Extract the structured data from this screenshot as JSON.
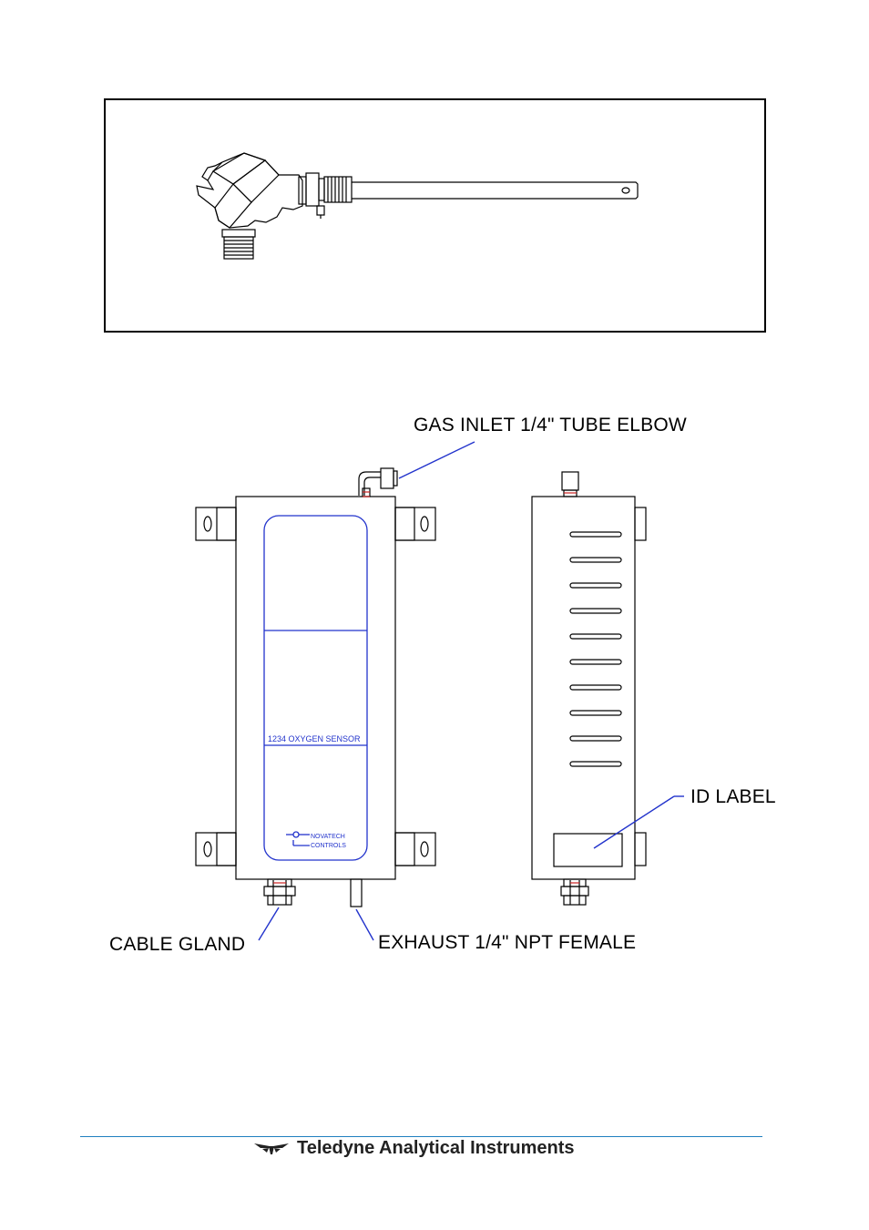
{
  "labels": {
    "gas_inlet": "GAS INLET 1/4\" TUBE ELBOW",
    "id_label": "ID LABEL",
    "cable_gland": "CABLE GLAND",
    "exhaust": "EXHAUST 1/4\" NPT FEMALE"
  },
  "sensor_front": {
    "model_text": "1234 OXYGEN SENSOR",
    "brand_line1": "NOVATECH",
    "brand_line2": "CONTROLS"
  },
  "footer": {
    "company": "Teledyne Analytical Instruments",
    "logo_icon": "teledyne-logo-icon",
    "rule_color": "#1f7fc0"
  },
  "colors": {
    "accent_blue": "#2233cc",
    "fitting_red": "#cc2222"
  }
}
